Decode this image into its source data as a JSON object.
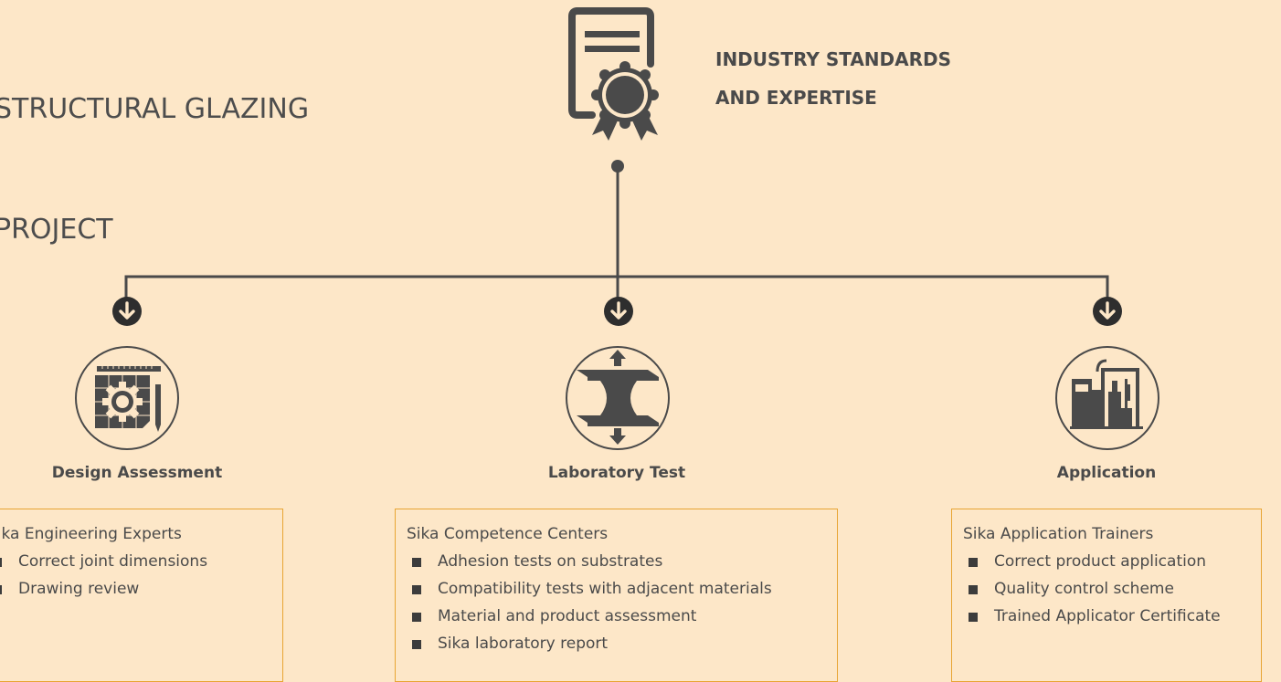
{
  "title": {
    "line1": "STRUCTURAL GLAZING",
    "line2": "PROJECT"
  },
  "header": {
    "line1": "INDUSTRY STANDARDS",
    "line2": "AND EXPERTISE",
    "icon": "certificate-icon"
  },
  "colors": {
    "background": "#fde7c8",
    "accent_border": "#e8a533",
    "dark": "#4a4a4a"
  },
  "branches": [
    {
      "label": "Design Assessment",
      "icon": "blueprint-gear-icon",
      "box_head": "Sika Engineering Experts",
      "items": [
        "Correct joint dimensions",
        "Drawing review"
      ]
    },
    {
      "label": "Laboratory Test",
      "icon": "tensile-test-icon",
      "box_head": "Sika Competence Centers",
      "items": [
        "Adhesion tests on substrates",
        "Compatibility tests with adjacent materials",
        "Material and product assessment",
        "Sika laboratory report"
      ]
    },
    {
      "label": "Application",
      "icon": "application-equipment-icon",
      "box_head": "Sika Application Trainers",
      "items": [
        "Correct product application",
        "Quality control scheme",
        "Trained Applicator Certificate"
      ]
    }
  ]
}
